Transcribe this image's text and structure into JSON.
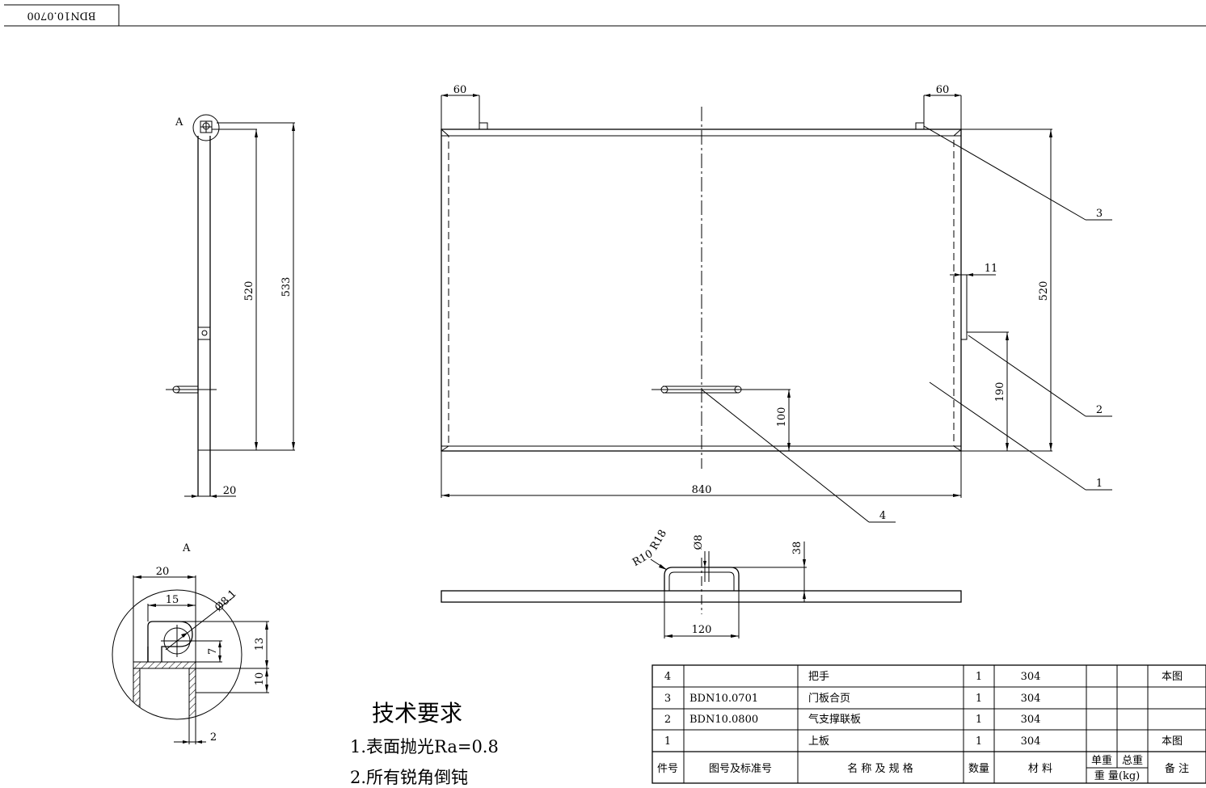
{
  "drawing_number": "BDN10.0700",
  "views": {
    "side_label": "A",
    "detail_label": "A"
  },
  "dimensions": {
    "side_520": "520",
    "side_533": "533",
    "side_20": "20",
    "top_60_left": "60",
    "top_60_right": "60",
    "front_520": "520",
    "front_11": "11",
    "front_190": "190",
    "front_100": "100",
    "front_840": "840",
    "handle_r18": "R18",
    "handle_phi8": "Ø8",
    "handle_r10": "R10",
    "handle_38": "38",
    "handle_120": "120",
    "detail_20": "20",
    "detail_15": "15",
    "detail_phi81": "Ø8.1",
    "detail_7": "7",
    "detail_13": "13",
    "detail_10": "10",
    "detail_2": "2"
  },
  "balloons": [
    "1",
    "2",
    "3",
    "4"
  ],
  "tech_requirements": {
    "title": "技术要求",
    "items": [
      "1.表面抛光Ra=0.8",
      "2.所有锐角倒钝"
    ]
  },
  "bom": {
    "rows": [
      {
        "no": "4",
        "code": "",
        "name": "把手",
        "qty": "1",
        "material": "304",
        "note": "本图"
      },
      {
        "no": "3",
        "code": "BDN10.0701",
        "name": "门板合页",
        "qty": "1",
        "material": "304",
        "note": ""
      },
      {
        "no": "2",
        "code": "BDN10.0800",
        "name": "气支撑联板",
        "qty": "1",
        "material": "304",
        "note": ""
      },
      {
        "no": "1",
        "code": "",
        "name": "上板",
        "qty": "1",
        "material": "304",
        "note": "本图"
      }
    ],
    "header": {
      "no": "件号",
      "code": "图号及标准号",
      "name": "名 称 及 规 格",
      "qty": "数量",
      "material": "材 料",
      "unit_weight": "单重",
      "total_weight": "总重",
      "weight": "重 量(kg)",
      "note": "备 注"
    }
  }
}
